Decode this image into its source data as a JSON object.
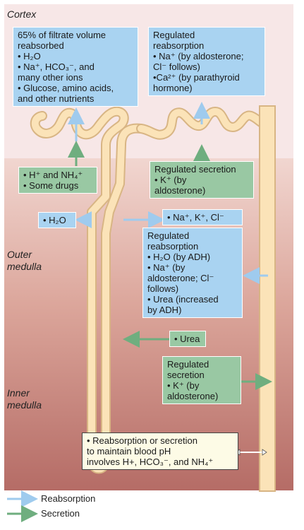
{
  "zones": {
    "cortex": "Cortex",
    "outer_medulla": [
      "Outer",
      "medulla"
    ],
    "inner_medulla": [
      "Inner",
      "medulla"
    ]
  },
  "boxes": {
    "pct_reabsorption": {
      "title": [
        "65% of filtrate volume",
        "reabsorbed"
      ],
      "items": [
        "• H₂O",
        "• Na⁺, HCO₃⁻, and",
        "  many other ions",
        "• Glucose, amino acids,",
        "  and other nutrients"
      ]
    },
    "dct_reabsorption": {
      "title": [
        "Regulated",
        "reabsorption"
      ],
      "items": [
        "• Na⁺ (by aldosterone;",
        "  Cl⁻ follows)",
        "•Ca²⁺ (by parathyroid",
        "  hormone)"
      ]
    },
    "pct_secretion": {
      "items": [
        "• H⁺ and NH₄⁺",
        "• Some drugs"
      ]
    },
    "dct_secretion": {
      "title": "Regulated secretion",
      "items": [
        "• K⁺ (by",
        "  aldosterone)"
      ]
    },
    "descending_water": "• H₂O",
    "ascending_ions": "• Na⁺, K⁺, Cl⁻",
    "cd_reabsorption": {
      "title": [
        "Regulated",
        "reabsorption"
      ],
      "items": [
        "• H₂O (by ADH)",
        "• Na⁺ (by",
        "  aldosterone; Cl⁻",
        "  follows)",
        "• Urea (increased",
        "  by ADH)"
      ]
    },
    "urea": "• Urea",
    "cd_secretion": {
      "title": [
        "Regulated",
        "secretion"
      ],
      "items": [
        "• K⁺ (by",
        "  aldosterone)"
      ]
    },
    "ph_note": [
      "• Reabsorption or secretion",
      "to maintain blood pH",
      "involves H+, HCO₃⁻, and NH₄⁺"
    ]
  },
  "legend": {
    "reabsorption": "Reabsorption",
    "secretion": "Secretion"
  },
  "colors": {
    "reabsorption_arrow": "#a9d3f1",
    "secretion_arrow": "#6fae7f",
    "tubule_fill": "#fbe3b8",
    "tubule_stroke": "#d8b584",
    "cortex_bg": "#f6e6e6",
    "medulla_bg": "#b56c66"
  }
}
